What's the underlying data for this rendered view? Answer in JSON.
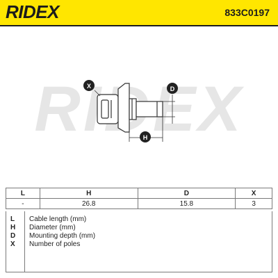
{
  "header": {
    "brand": "RIDEX",
    "part_number": "833C0197"
  },
  "diagram": {
    "watermark": "RIDEX",
    "callouts": {
      "x": "X",
      "d": "D",
      "h": "H"
    }
  },
  "dimensions_table": {
    "headers": [
      "L",
      "H",
      "D",
      "X"
    ],
    "values": [
      "-",
      "26.8",
      "15.8",
      "3"
    ]
  },
  "legend": [
    {
      "key": "L",
      "text": "Cable length (mm)"
    },
    {
      "key": "H",
      "text": "Diameter (mm)"
    },
    {
      "key": "D",
      "text": "Mounting depth (mm)"
    },
    {
      "key": "X",
      "text": "Number of poles"
    }
  ],
  "colors": {
    "header_yellow": "#ffe600",
    "ink": "#1b1b1b"
  }
}
